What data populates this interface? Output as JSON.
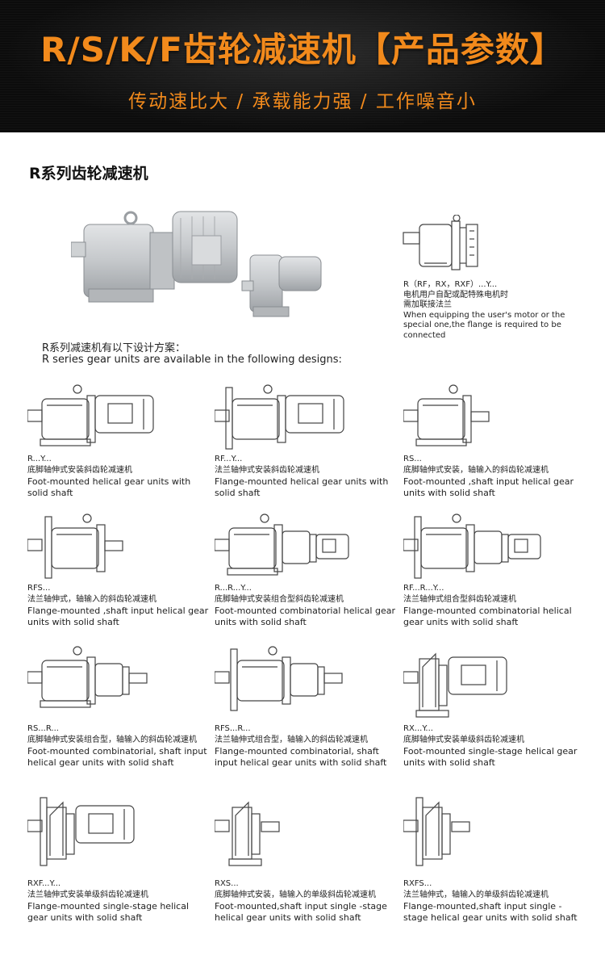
{
  "banner": {
    "title": "R/S/K/F齿轮减速机【产品参数】",
    "subtitle": "传动速比大 / 承载能力强 / 工作噪音小"
  },
  "section": {
    "title": "R系列齿轮减速机"
  },
  "intro": {
    "cn": "R系列减速机有以下设计方案：",
    "en": "R series gear units are available in the following designs:"
  },
  "flange_note": {
    "code": "R（RF，RX，RXF）...Y...",
    "cn1": "电机用户自配或配特殊电机时",
    "cn2": "需加联接法兰",
    "en": "When equipping the user's motor or the special one,the flange is required to be connected"
  },
  "designs": [
    {
      "code": "R...Y...",
      "cn": "底脚轴伸式安装斜齿轮减速机",
      "en": "Foot-mounted helical gear units with solid shaft",
      "icon": "foot-motor"
    },
    {
      "code": "RF...Y...",
      "cn": "法兰轴伸式安装斜齿轮减速机",
      "en": "Flange-mounted helical gear units with solid shaft",
      "icon": "flange-motor"
    },
    {
      "code": "RS...",
      "cn": "底脚轴伸式安装，轴输入的斜齿轮减速机",
      "en": "Foot-mounted ,shaft input helical gear units with solid shaft",
      "icon": "foot-shaft"
    },
    {
      "code": "RFS...",
      "cn": "法兰轴伸式，轴输入的斜齿轮减速机",
      "en": "Flange-mounted ,shaft input helical gear units with solid shaft",
      "icon": "flange-shaft"
    },
    {
      "code": "R...R...Y...",
      "cn": "底脚轴伸式安装组合型斜齿轮减速机",
      "en": "Foot-mounted combinatorial helical gear units with solid shaft",
      "icon": "foot-combo"
    },
    {
      "code": "RF...R...Y...",
      "cn": "法兰轴伸式组合型斜齿轮减速机",
      "en": "Flange-mounted combinatorial helical gear units with solid shaft",
      "icon": "flange-combo"
    },
    {
      "code": "RS...R...",
      "cn": "底脚轴伸式安装组合型，轴输入的斜齿轮减速机",
      "en": "Foot-mounted combinatorial, shaft input helical gear units with solid shaft",
      "icon": "foot-combo-shaft"
    },
    {
      "code": "RFS...R...",
      "cn": "法兰轴伸式组合型，轴输入的斜齿轮减速机",
      "en": "Flange-mounted combinatorial, shaft input helical gear units with solid shaft",
      "icon": "flange-combo-shaft"
    },
    {
      "code": "RX...Y...",
      "cn": "底脚轴伸式安装单级斜齿轮减速机",
      "en": "Foot-mounted single-stage helical gear units with solid shaft",
      "icon": "single-foot-motor"
    },
    {
      "code": "RXF...Y...",
      "cn": "法兰轴伸式安装单级斜齿轮减速机",
      "en": "Flange-mounted single-stage helical gear units with solid shaft",
      "icon": "single-flange-motor"
    },
    {
      "code": "RXS...",
      "cn": "底脚轴伸式安装，轴输入的单级斜齿轮减速机",
      "en": "Foot-mounted,shaft input single -stage helical gear units with solid shaft",
      "icon": "single-foot-shaft"
    },
    {
      "code": "RXFS...",
      "cn": "法兰轴伸式，轴输入的单级斜齿轮减速机",
      "en": "Flange-mounted,shaft input single -stage helical gear units with solid shaft",
      "icon": "single-flange-shaft"
    }
  ],
  "colors": {
    "banner_text": "#f28a1c",
    "banner_bg": "#0c0c0c",
    "drawing": "#444444",
    "product_gray": "#c9ccce"
  }
}
